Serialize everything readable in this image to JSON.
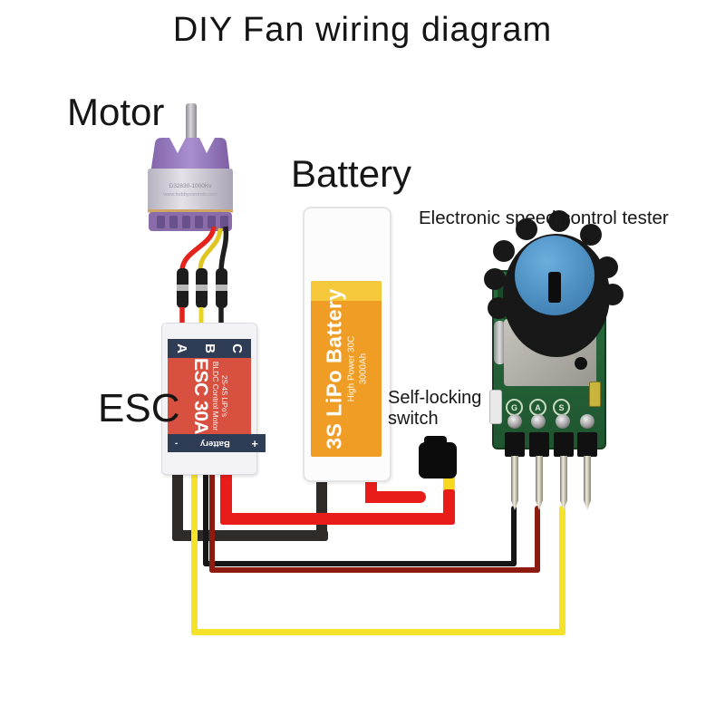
{
  "title": "DIY Fan wiring diagram",
  "labels": {
    "motor": "Motor",
    "battery": "Battery",
    "esc": "ESC",
    "tester": "Electronic speed control tester",
    "switch": "Self-locking\nswitch"
  },
  "motor": {
    "model": "D32830-1000Kv",
    "website": "www.hobbycontrols.com"
  },
  "esc": {
    "phase_labels": [
      "A",
      "B",
      "C"
    ],
    "name": "ESC 30A",
    "type": "BLDC Control Motor",
    "cells": "2S-4S LiPo's",
    "battery_label": "Battery",
    "plus": "+",
    "minus": "-"
  },
  "battery": {
    "name": "3S LiPo Battery",
    "spec1": "High Power 30C",
    "spec2": "3000Ah"
  },
  "tester": {
    "pin_labels": [
      "G",
      "A",
      "S"
    ]
  },
  "colors": {
    "wire_red": "#e81c18",
    "wire_dark_red": "#8e1b10",
    "wire_yellow": "#f5e22a",
    "wire_black": "#2e2b29",
    "esc_red": "#d8503f",
    "esc_navy": "#2e3c55",
    "battery_orange": "#f09d26",
    "battery_strip": "#f6c93d",
    "pcb_green": "#2a6e3e",
    "knob_blue": "#4585b8",
    "motor_purple": "#9678bd"
  }
}
